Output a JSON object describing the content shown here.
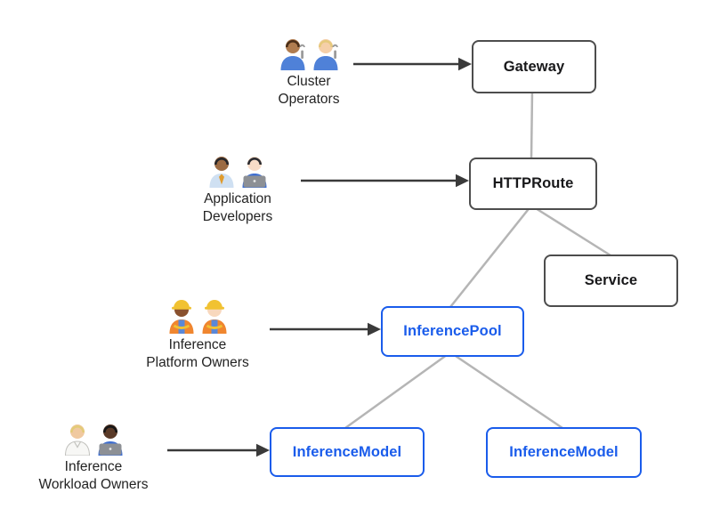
{
  "colors": {
    "accent_blue": "#1a5ceb",
    "node_border_dark": "#4d4d4d",
    "connector_gray": "#b5b5b5",
    "arrow_dark": "#3a3a3a",
    "background": "#ffffff"
  },
  "nodes": {
    "gateway": {
      "label": "Gateway",
      "style": "dark"
    },
    "httproute": {
      "label": "HTTPRoute",
      "style": "dark"
    },
    "service": {
      "label": "Service",
      "style": "dark"
    },
    "inference_pool": {
      "label": "InferencePool",
      "style": "blue"
    },
    "inference_model_left": {
      "label": "InferenceModel",
      "style": "blue"
    },
    "inference_model_right": {
      "label": "InferenceModel",
      "style": "blue"
    }
  },
  "personas": {
    "cluster_operators": {
      "line1": "Cluster",
      "line2": "Operators",
      "figures": [
        {
          "name": "man-mechanic",
          "skin": "#b07c4f",
          "hair": "#4a2e18",
          "shirt": "#4f81d8",
          "accessory": "wrench"
        },
        {
          "name": "woman-mechanic",
          "skin": "#f5cfa8",
          "hair": "#e6c97c",
          "shirt": "#4f81d8",
          "accessory": "wrench"
        }
      ]
    },
    "application_developers": {
      "line1": "Application",
      "line2": "Developers",
      "figures": [
        {
          "name": "man-office-worker",
          "skin": "#9c6b43",
          "hair": "#26262a",
          "shirt": "#cfe0f2",
          "accessory": "tie",
          "tie": "#e09b2d"
        },
        {
          "name": "woman-technologist",
          "skin": "#f8dcc8",
          "hair": "#2b2b30",
          "shirt": "#3f6fd1",
          "accessory": "laptop"
        }
      ]
    },
    "inference_platform_owners": {
      "line1": "Inference",
      "line2": "Platform Owners",
      "figures": [
        {
          "name": "woman-construction-worker",
          "skin": "#8a512e",
          "hair": "#3b2418",
          "shirt": "#f0862f",
          "hat": "helmet",
          "accessory": "vest"
        },
        {
          "name": "man-construction-worker",
          "skin": "#f8d8bd",
          "hair": "#b98a5a",
          "shirt": "#f0862f",
          "hat": "helmet",
          "accessory": "vest"
        }
      ]
    },
    "inference_workload_owners": {
      "line1": "Inference",
      "line2": "Workload Owners",
      "figures": [
        {
          "name": "health-worker",
          "skin": "#f0c9a0",
          "hair": "#e3cb78",
          "shirt": "#eef2f4",
          "accessory": "coat"
        },
        {
          "name": "man-technologist-dark",
          "skin": "#5a3a28",
          "hair": "#171717",
          "shirt": "#3f6fd1",
          "accessory": "laptop"
        }
      ]
    }
  },
  "edges": [
    {
      "from": "Gateway",
      "to": "HTTPRoute"
    },
    {
      "from": "HTTPRoute",
      "to": "InferencePool"
    },
    {
      "from": "HTTPRoute",
      "to": "Service"
    },
    {
      "from": "InferencePool",
      "to": "InferenceModel (left)"
    },
    {
      "from": "InferencePool",
      "to": "InferenceModel (right)"
    }
  ],
  "actor_edges": [
    {
      "from": "Cluster Operators",
      "to": "Gateway"
    },
    {
      "from": "Application Developers",
      "to": "HTTPRoute"
    },
    {
      "from": "Inference Platform Owners",
      "to": "InferencePool"
    },
    {
      "from": "Inference Workload Owners",
      "to": "InferenceModel (left)"
    }
  ]
}
